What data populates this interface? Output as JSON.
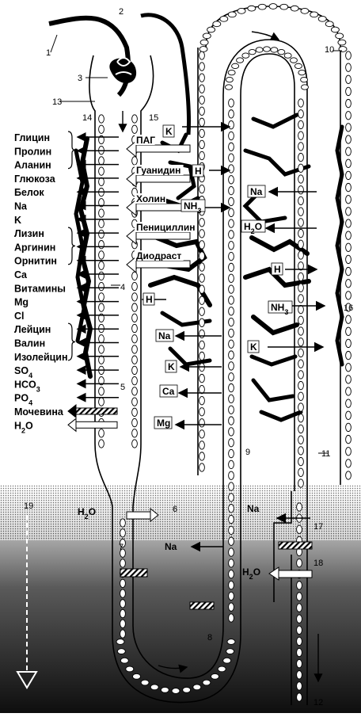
{
  "left_labels": [
    "Глицин",
    "Пролин",
    "Аланин",
    "Глюкоза",
    "Белок",
    "Na",
    "K",
    "Лизин",
    "Аргинин",
    "Орнитин",
    "Ca",
    "Витамины",
    "Mg",
    "Cl",
    "Лейцин",
    "Валин",
    "Изолейцин",
    "SO4",
    "HCO3",
    "PO4",
    "Мочевина",
    "H2O"
  ],
  "secretion_labels": [
    "ПАГ",
    "Гуанидин",
    "Холин",
    "Пенициллин",
    "Диодраст"
  ],
  "proximal_ions": [
    "K",
    "H",
    "NH3",
    "H",
    "Na",
    "K",
    "Ca",
    "Mg"
  ],
  "distal_ions": [
    "Na",
    "H2O",
    "H",
    "NH3",
    "K"
  ],
  "loop_labels": [
    "H2O",
    "Na",
    "Na",
    "H2O"
  ],
  "numbers": [
    "1",
    "2",
    "3",
    "4",
    "5",
    "6",
    "7",
    "8",
    "9",
    "10",
    "11",
    "12",
    "13",
    "14",
    "15",
    "16",
    "17",
    "18",
    "19"
  ]
}
